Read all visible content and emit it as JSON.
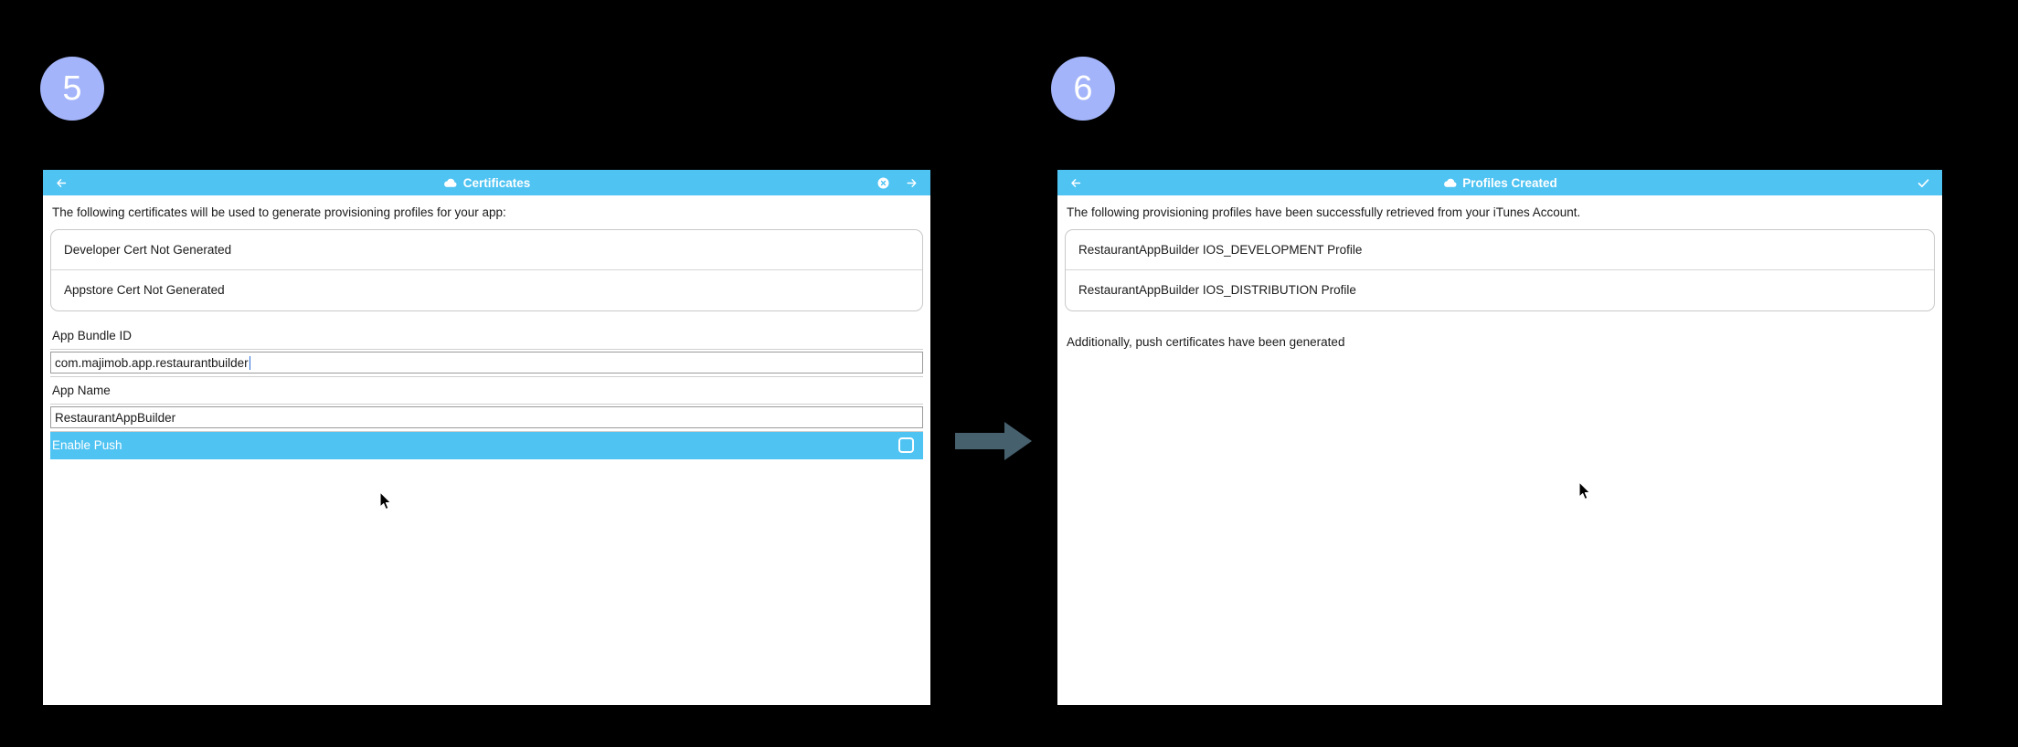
{
  "steps": [
    {
      "number": "5"
    },
    {
      "number": "6"
    }
  ],
  "colors": {
    "background": "#000000",
    "badge": "#a3b4fa",
    "titlebar": "#4fc3f2",
    "highlight_row": "#4fc3f2",
    "arrow": "#47606e",
    "text": "#1a1a1a"
  },
  "panels": [
    {
      "titlebar": {
        "back_icon": "arrow-left-icon",
        "cloud_icon": "cloud-icon",
        "title": "Certificates",
        "close_icon": "close-circle-icon",
        "forward_icon": "arrow-right-icon"
      },
      "intro": "The following certificates will be used to generate provisioning profiles for your app:",
      "cert_rows": [
        {
          "label": "Developer Cert Not Generated"
        },
        {
          "label": "Appstore Cert Not Generated"
        }
      ],
      "fields": [
        {
          "label": "App Bundle ID",
          "value": "com.majimob.app.restaurantbuilder",
          "focused": true
        },
        {
          "label": "App Name",
          "value": "RestaurantAppBuilder",
          "focused": false
        }
      ],
      "toggle": {
        "label": "Enable Push",
        "checked": false,
        "checkbox_icon": "checkbox-unchecked-icon"
      }
    },
    {
      "titlebar": {
        "back_icon": "arrow-left-icon",
        "cloud_icon": "cloud-icon",
        "title": "Profiles Created",
        "confirm_icon": "checkmark-icon"
      },
      "intro": "The following provisioning profiles have been successfully retrieved from your iTunes Account.",
      "profile_rows": [
        {
          "label": "RestaurantAppBuilder IOS_DEVELOPMENT Profile"
        },
        {
          "label": "RestaurantAppBuilder IOS_DISTRIBUTION Profile"
        }
      ],
      "note": "Additionally, push certificates have been generated"
    }
  ],
  "connector": {
    "icon": "arrow-right-thick-icon"
  },
  "cursors": [
    {
      "icon": "mouse-pointer-icon"
    },
    {
      "icon": "mouse-pointer-icon"
    }
  ]
}
